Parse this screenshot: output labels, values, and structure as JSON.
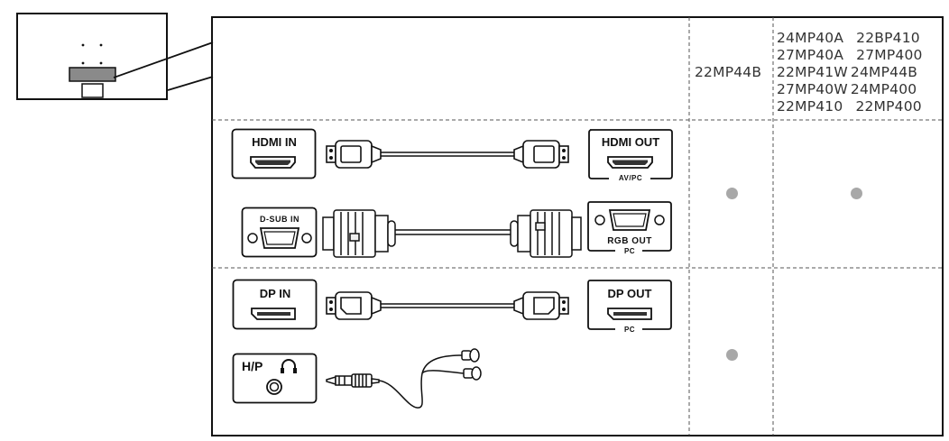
{
  "models": {
    "col1": "22MP44B",
    "col2": [
      [
        "24MP40A",
        "22BP410"
      ],
      [
        "27MP40A",
        "27MP400"
      ],
      [
        "22MP41W",
        "24MP44B"
      ],
      [
        "27MP40W",
        "24MP400"
      ],
      [
        "22MP410",
        "22MP400"
      ]
    ]
  },
  "ports": {
    "hdmi_in": "HDMI IN",
    "hdmi_out": "HDMI OUT",
    "hdmi_out_sub": "AV/PC",
    "dsub_in": "D-SUB IN",
    "rgb_out": "RGB OUT",
    "rgb_out_sub": "PC",
    "dp_in": "DP IN",
    "dp_out": "DP OUT",
    "dp_out_sub": "PC",
    "hp": "H/P"
  },
  "support": {
    "video_row": {
      "col1": true,
      "col2": true
    },
    "dp_row": {
      "col1": true,
      "col2": false
    }
  },
  "colors": {
    "dot": "#a8a8a8",
    "line": "#111111"
  },
  "icons": [
    "monitor-back-icon",
    "hdmi-cable-icon",
    "dsub-cable-icon",
    "dp-cable-icon",
    "headphone-jack-icon",
    "earphone-icon",
    "headphone-symbol-icon"
  ]
}
